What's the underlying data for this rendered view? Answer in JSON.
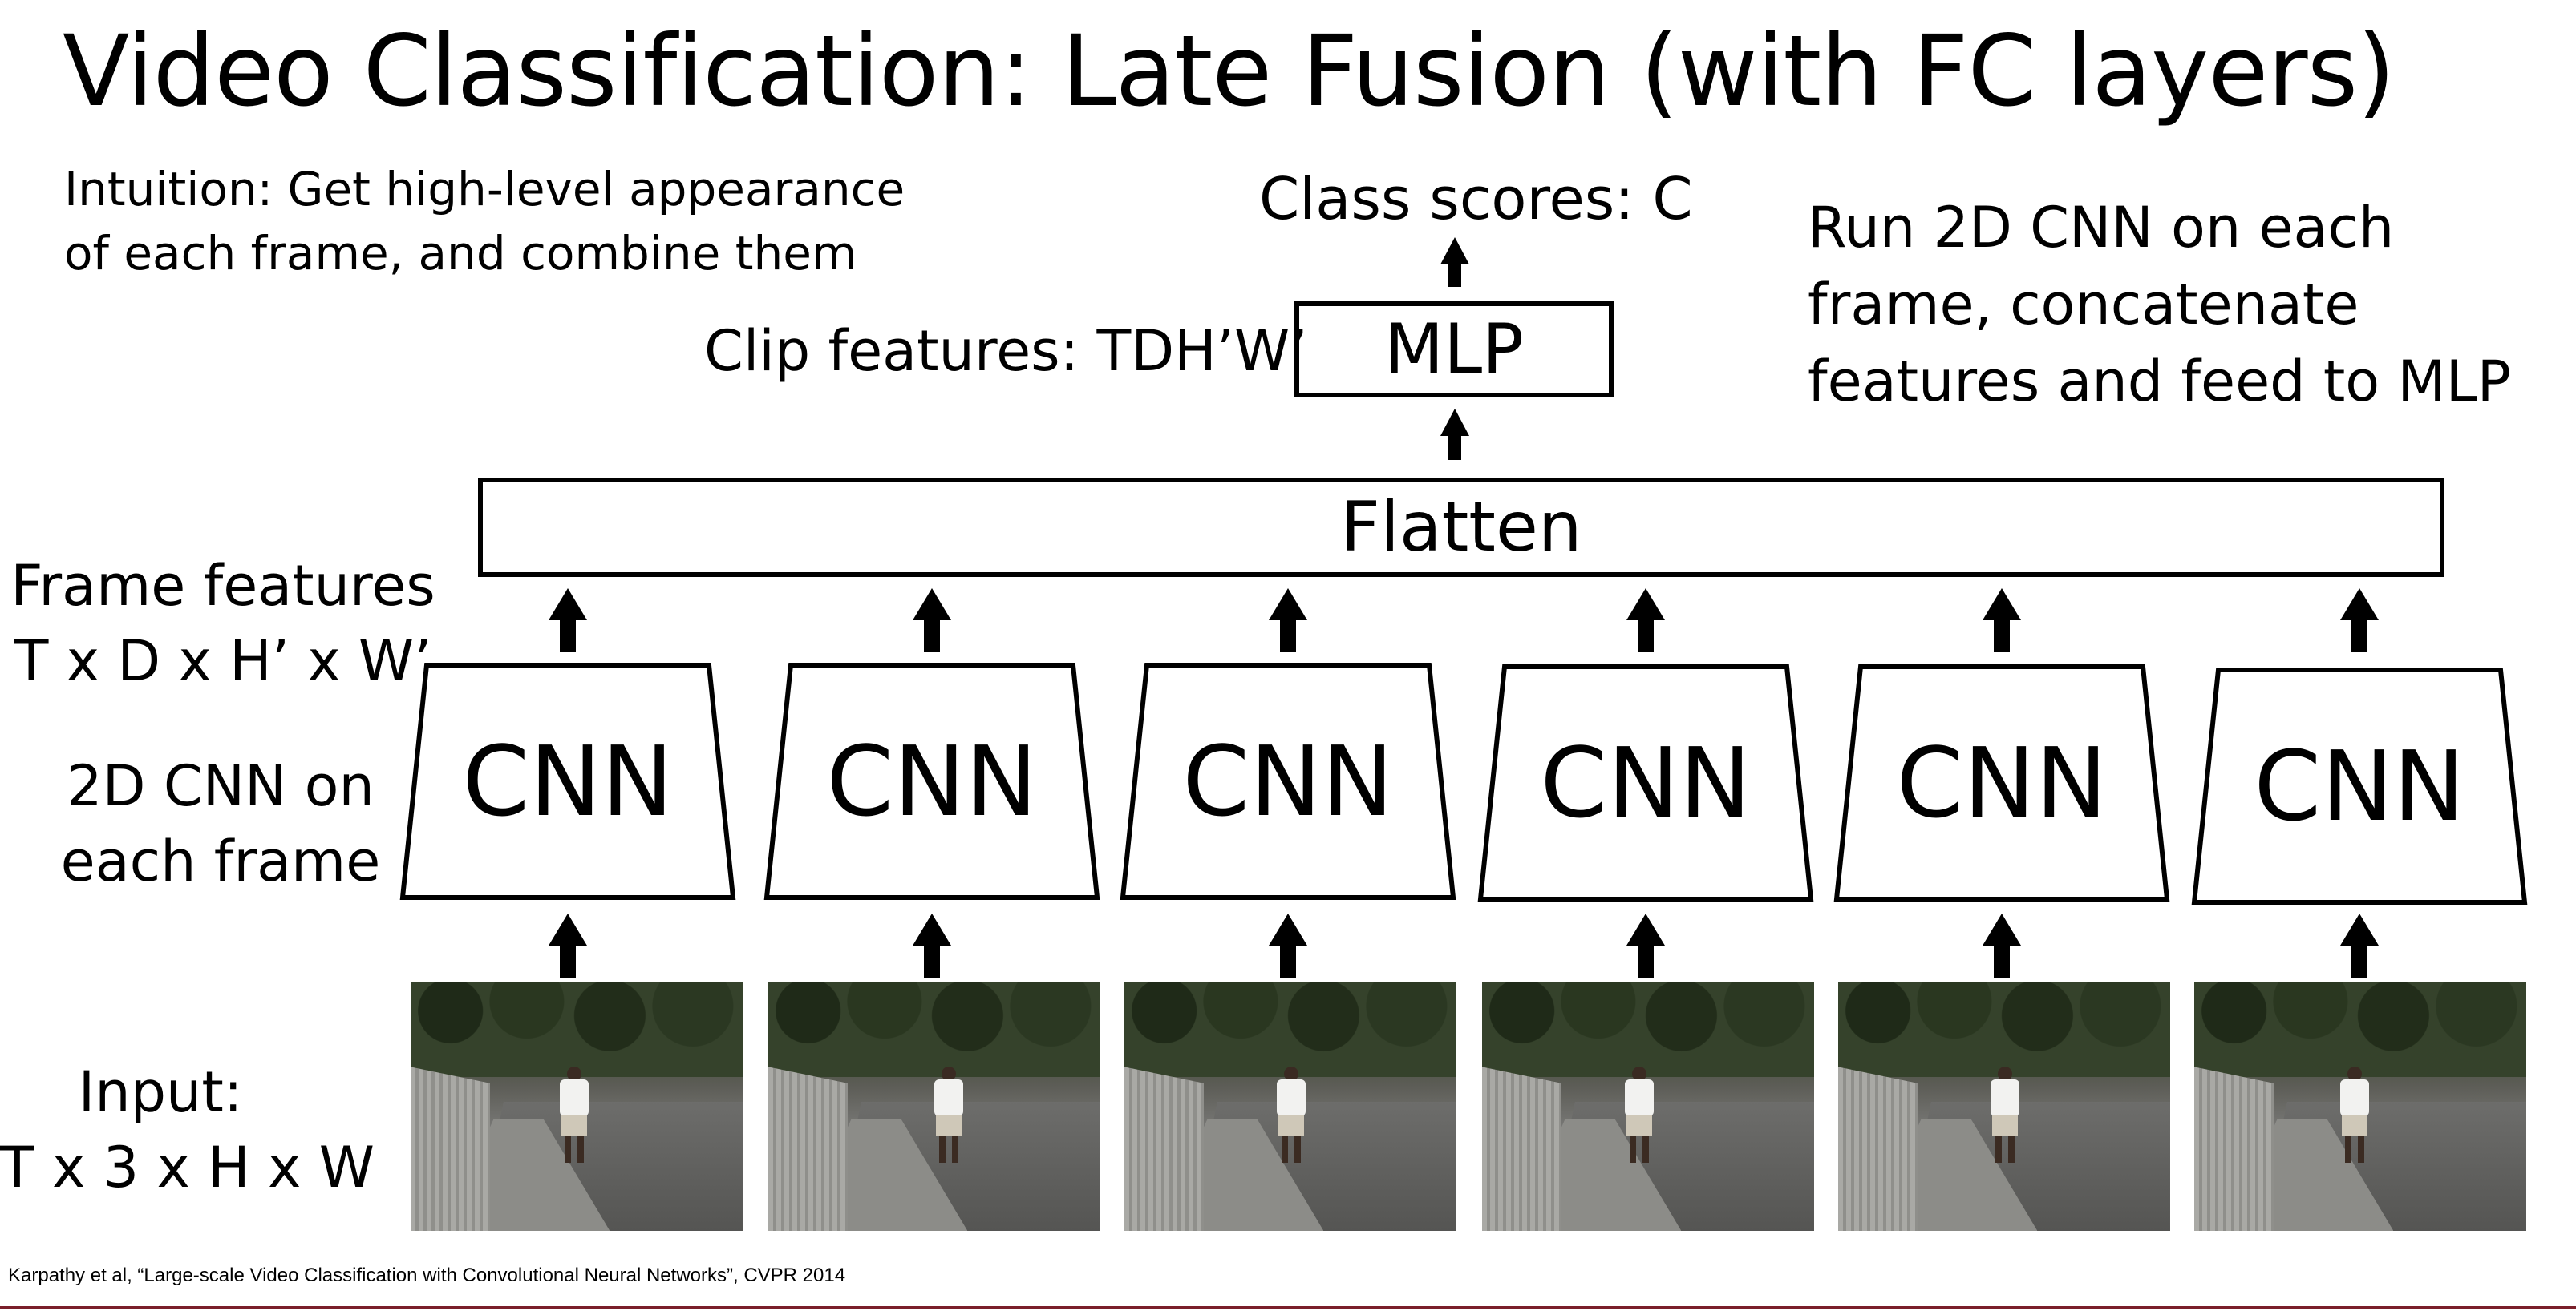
{
  "title": "Video Classification: Late Fusion (with FC layers)",
  "intuition": {
    "line1": "Intuition: Get high-level appearance",
    "line2": "of each frame, and combine them"
  },
  "class_scores_label": "Class scores: C",
  "mlp_label": "MLP",
  "clip_features_label": "Clip features: TDH’W’",
  "run_note": {
    "line1": "Run 2D CNN on each",
    "line2": "frame, concatenate",
    "line3": "features and feed to MLP"
  },
  "flatten_label": "Flatten",
  "frame_features": {
    "line1": "Frame features",
    "line2": "T x D x H’ x W’"
  },
  "cnn_note": {
    "line1": "2D CNN on",
    "line2": "each frame"
  },
  "input_label": {
    "line1": "Input:",
    "line2": "T x 3 x H x W"
  },
  "cnn_blocks": [
    "CNN",
    "CNN",
    "CNN",
    "CNN",
    "CNN",
    "CNN"
  ],
  "frames": [
    {
      "name": "video frame 1"
    },
    {
      "name": "video frame 2"
    },
    {
      "name": "video frame 3"
    },
    {
      "name": "video frame 4"
    },
    {
      "name": "video frame 5"
    },
    {
      "name": "video frame 6"
    }
  ],
  "citation": "Karpathy et al, “Large-scale Video Classification with Convolutional Neural Networks”, CVPR 2014",
  "colors": {
    "stroke": "#000000",
    "accent_rule": "#7a1f2a"
  },
  "icons": [
    "up-arrow-icon"
  ]
}
